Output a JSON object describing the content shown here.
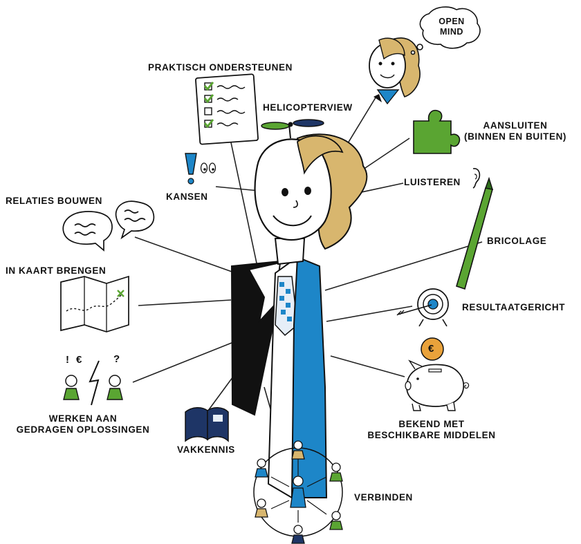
{
  "labels": {
    "open_mind_1": "OPEN",
    "open_mind_2": "MIND",
    "praktisch": "PRAKTISCH ONDERSTEUNEN",
    "helicopterview": "HELICOPTERVIEW",
    "aansluiten_1": "AANSLUITEN",
    "aansluiten_2": "(BINNEN EN BUITEN)",
    "kansen": "KANSEN",
    "luisteren": "LUISTEREN",
    "relaties": "RELATIES BOUWEN",
    "bricolage": "BRICOLAGE",
    "in_kaart": "IN KAART BRENGEN",
    "resultaat": "RESULTAATGERICHT",
    "werken_1": "WERKEN AAN",
    "werken_2": "GEDRAGEN OPLOSSINGEN",
    "vakkennis": "VAKKENNIS",
    "bekend_1": "BEKEND MET",
    "bekend_2": "BESCHIKBARE MIDDELEN",
    "verbinden": "VERBINDEN"
  },
  "symbols": {
    "exclaim": "!",
    "euro": "€",
    "question": "?"
  },
  "colors": {
    "hair": "#d8b66e",
    "blue": "#1d86c8",
    "green": "#5aa532",
    "navy": "#1e3566",
    "gold": "#e9a23b",
    "ink": "#111111"
  },
  "icons": [
    "thought-bubble-icon",
    "checklist-icon",
    "propeller-icon",
    "puzzle-piece-icon",
    "exclamation-eyes-icon",
    "ear-icon",
    "speech-bubbles-icon",
    "paintbrush-icon",
    "map-icon",
    "target-icon",
    "people-conflict-icon",
    "book-icon",
    "piggy-bank-icon",
    "network-icon"
  ]
}
